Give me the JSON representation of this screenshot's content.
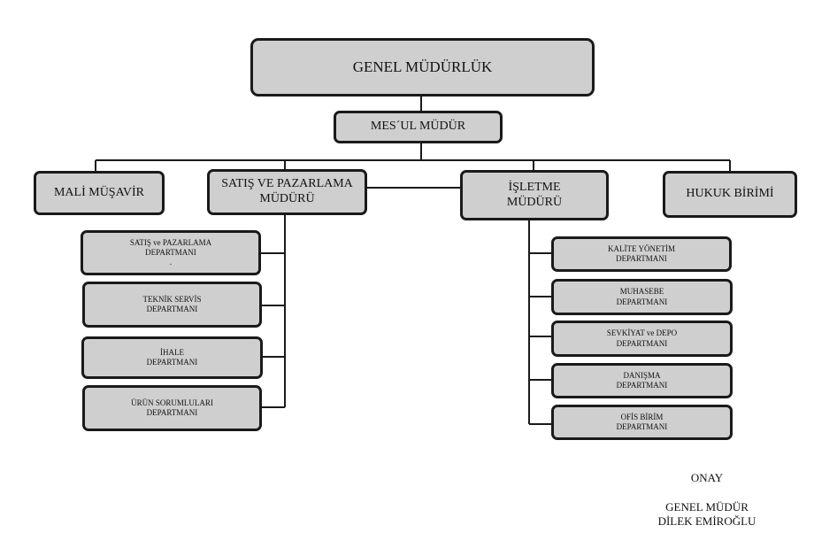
{
  "top": {
    "label": "GENEL MÜDÜRLÜK"
  },
  "mesul": {
    "label": "MES´UL MÜDÜR"
  },
  "mali": {
    "label": "MALİ MÜŞAVİR"
  },
  "satis": {
    "label": "SATIŞ VE PAZARLAMA\nMÜDÜRÜ"
  },
  "isletme": {
    "label": "İŞLETME\nMÜDÜRÜ"
  },
  "hukuk": {
    "label": "HUKUK BİRİMİ"
  },
  "satis_depts": [
    {
      "label": "SATIŞ ve PAZARLAMA\nDEPARTMANI\n."
    },
    {
      "label": "TEKNİK SERVİS\nDEPARTMANI"
    },
    {
      "label": "İHALE\nDEPARTMANI"
    },
    {
      "label": "ÜRÜN SORUMLULARI\nDEPARTMANI"
    }
  ],
  "isletme_depts": [
    {
      "label": "KALİTE YÖNETİM\nDEPARTMANI"
    },
    {
      "label": "MUHASEBE\nDEPARTMANI"
    },
    {
      "label": "SEVKİYAT ve DEPO\nDEPARTMANI"
    },
    {
      "label": "DANIŞMA\nDEPARTMANI"
    },
    {
      "label": "OFİS BİRİM\nDEPARTMANI"
    }
  ],
  "approval": {
    "onay": "ONAY",
    "title": "GENEL MÜDÜR",
    "name": "DİLEK EMİROĞLU"
  },
  "colors": {
    "box_fill": "#cfcfcf",
    "border": "#1a1a1a"
  }
}
